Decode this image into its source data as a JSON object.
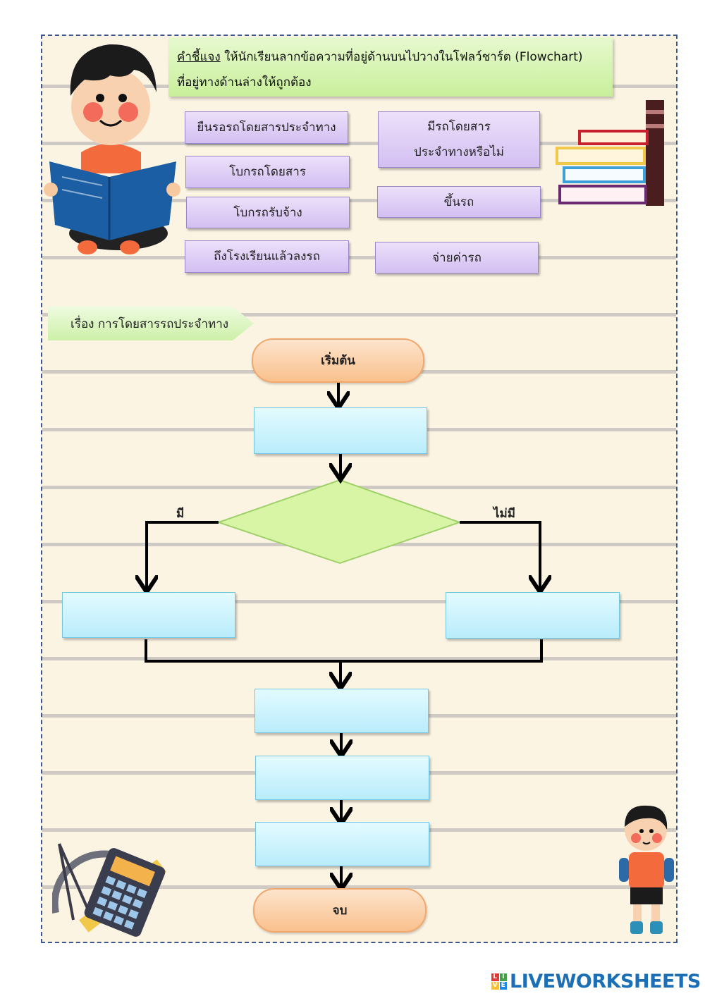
{
  "instructions": {
    "heading": "คำชี้แจง",
    "line1_rest": " ให้นักเรียนลากข้อความที่อยู่ด้านบนไปวางในโฟลว์ชาร์ต (Flowchart)",
    "line2": "ที่อยู่ทางด้านล่างให้ถูกต้อง"
  },
  "options": [
    "ยืนรอรถโดยสารประจำทาง",
    "โบกรถโดยสาร",
    "โบกรถรับจ้าง",
    "ถึงโรงเรียนแล้วลงรถ",
    "มีรถโดยสาร\nประจำทางหรือไม่",
    "ขึ้นรถ",
    "จ่ายค่ารถ"
  ],
  "topic": "เรื่อง การโดยสารรถประจำทาง",
  "flowchart": {
    "start": "เริ่มต้น",
    "end": "จบ",
    "yes_label": "มี",
    "no_label": "ไม่มี"
  },
  "footer": {
    "logo": "LIVEWORKSHEETS",
    "logo_letters": [
      "L",
      "I",
      "V",
      "E"
    ]
  },
  "colors": {
    "border": "#3b5690",
    "paper": "#fcf4e3",
    "option": "#d9c6f4",
    "box": "#c6f0fc",
    "terminal": "#fbc995",
    "decision": "#d8f5a6"
  }
}
